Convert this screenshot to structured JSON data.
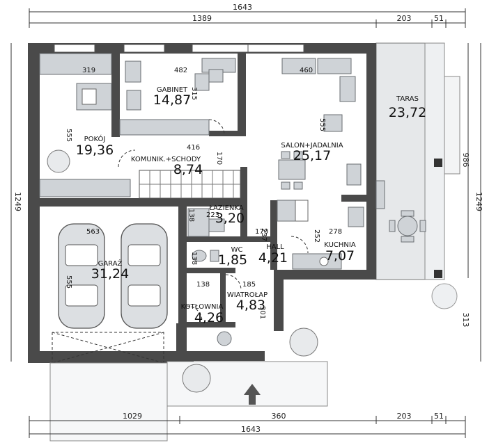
{
  "dimensions": {
    "top_overall": "1643",
    "top_inner": "1389",
    "top_right_a": "203",
    "top_right_b": "51",
    "bottom_overall": "1643",
    "bottom_garage": "1029",
    "bottom_mid": "360",
    "bottom_right_a": "203",
    "bottom_right_b": "51",
    "left_height": "1249",
    "right_height_a": "986",
    "right_height_b": "1249",
    "right_lower": "313"
  },
  "rooms": {
    "taras": {
      "label": "TARAS",
      "area": "23,72"
    },
    "gabinet": {
      "label": "GABINET",
      "area": "14,87"
    },
    "pokoj": {
      "label": "POKÓJ",
      "area": "19,36"
    },
    "salon": {
      "label": "SALON+JADALNIA",
      "area": "25,17"
    },
    "komunik": {
      "label": "KOMUNIK.+SCHODY",
      "area": "8,74"
    },
    "lazienka": {
      "label": "ŁAZIENKA",
      "area": "3,20"
    },
    "garaz": {
      "label": "GARAŻ",
      "area": "31,24"
    },
    "wc": {
      "label": "WC",
      "area": "1,85"
    },
    "hall": {
      "label": "HALL",
      "area": "4,21"
    },
    "kuchnia": {
      "label": "KUCHNIA",
      "area": "7,07"
    },
    "wiatrolap": {
      "label": "WIATROŁAP",
      "area": "4,83"
    },
    "kotlownia": {
      "label": "KOTŁOWNIA",
      "area": "4,26"
    }
  },
  "room_dims": {
    "pokoj_w": "319",
    "pokoj_h": "555",
    "gabinet_w": "482",
    "gabinet_h": "315",
    "salon_w": "460",
    "salon_h": "555",
    "komunik_w": "416",
    "komunik_h": "170",
    "garaz_w": "563",
    "garaz_h": "555",
    "lazienka_w": "223",
    "lazienka_h": "138",
    "hall_w": "170",
    "hall_h": "237",
    "kuchnia_w": "278",
    "kuchnia_h": "252",
    "wc_h": "138",
    "wiatrolap_w": "185",
    "wiatrolap_h": "301",
    "kotlownia_h": "138"
  }
}
